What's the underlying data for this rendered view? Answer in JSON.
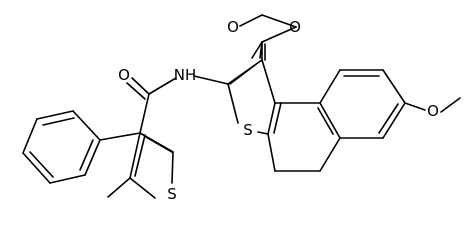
{
  "atoms": {
    "ester_carbonyl_O": "O",
    "ester_ether_O": "O",
    "methoxy_O": "O",
    "amide_O": "O",
    "amide_N": "NH",
    "thiophene_S_right": "S",
    "thiophene_S_left": "S"
  },
  "colors": {
    "bond": "#000000",
    "label": "#000000",
    "background": "#ffffff"
  }
}
